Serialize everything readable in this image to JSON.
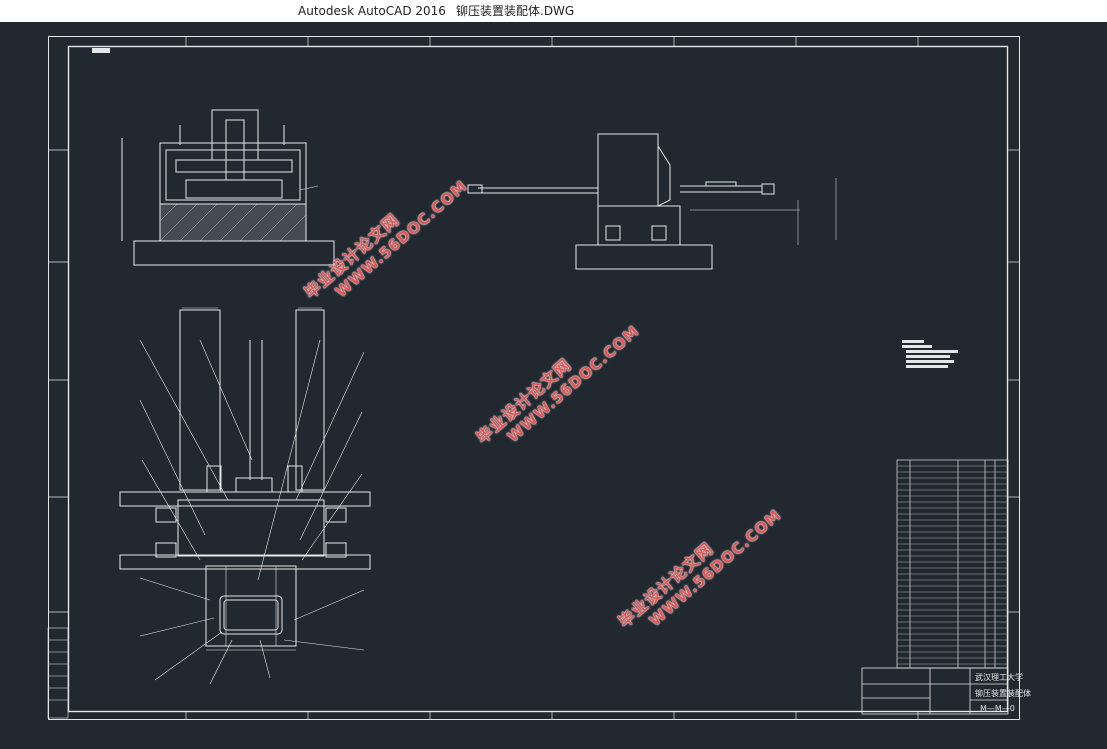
{
  "window": {
    "app_title": "Autodesk AutoCAD 2016",
    "document_name": "铆压装置装配体.DWG"
  },
  "watermarks": [
    {
      "line1": "毕业设计论文网",
      "line2": "WWW.56DOC.COM"
    },
    {
      "line1": "毕业设计论文网",
      "line2": "WWW.56DOC.COM"
    },
    {
      "line1": "毕业设计论文网",
      "line2": "WWW.56DOC.COM"
    }
  ],
  "title_block": {
    "school": "武汉理工大学",
    "drawing_name": "铆压装置装配体",
    "drawing_code": "M—M—0"
  },
  "colors": {
    "background": "#212830",
    "line": "#e6e6e6",
    "watermark": "#e05a5a"
  }
}
